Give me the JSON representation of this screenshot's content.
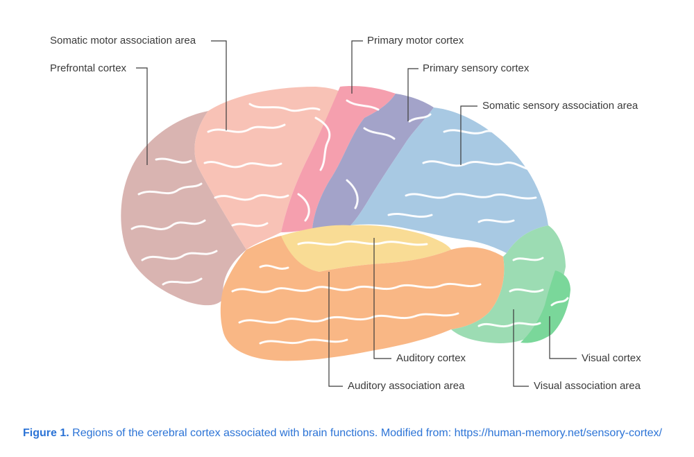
{
  "colors": {
    "prefrontal": "#d9b4b1",
    "somatic_motor_association": "#f8c2b6",
    "primary_motor": "#f59fae",
    "primary_sensory": "#a3a3c9",
    "somatic_sensory_association": "#a8c9e3",
    "auditory": "#f9dc95",
    "auditory_association": "#f9b785",
    "visual_association": "#9cdcb3",
    "visual": "#7ad79a",
    "caption_accent": "#2b73d6",
    "label_text": "#3a3a3a"
  },
  "labels": {
    "somatic_motor_association": "Somatic motor association area",
    "prefrontal": "Prefrontal cortex",
    "primary_motor": "Primary motor cortex",
    "primary_sensory": "Primary sensory cortex",
    "somatic_sensory_association": "Somatic sensory association area",
    "auditory": "Auditory cortex",
    "auditory_association": "Auditory association area",
    "visual": "Visual cortex",
    "visual_association": "Visual association area"
  },
  "caption": {
    "figure_label": "Figure 1.",
    "text": " Regions of the cerebral cortex associated with brain functions. Modified from: https://human-memory.net/sensory-cortex/"
  }
}
